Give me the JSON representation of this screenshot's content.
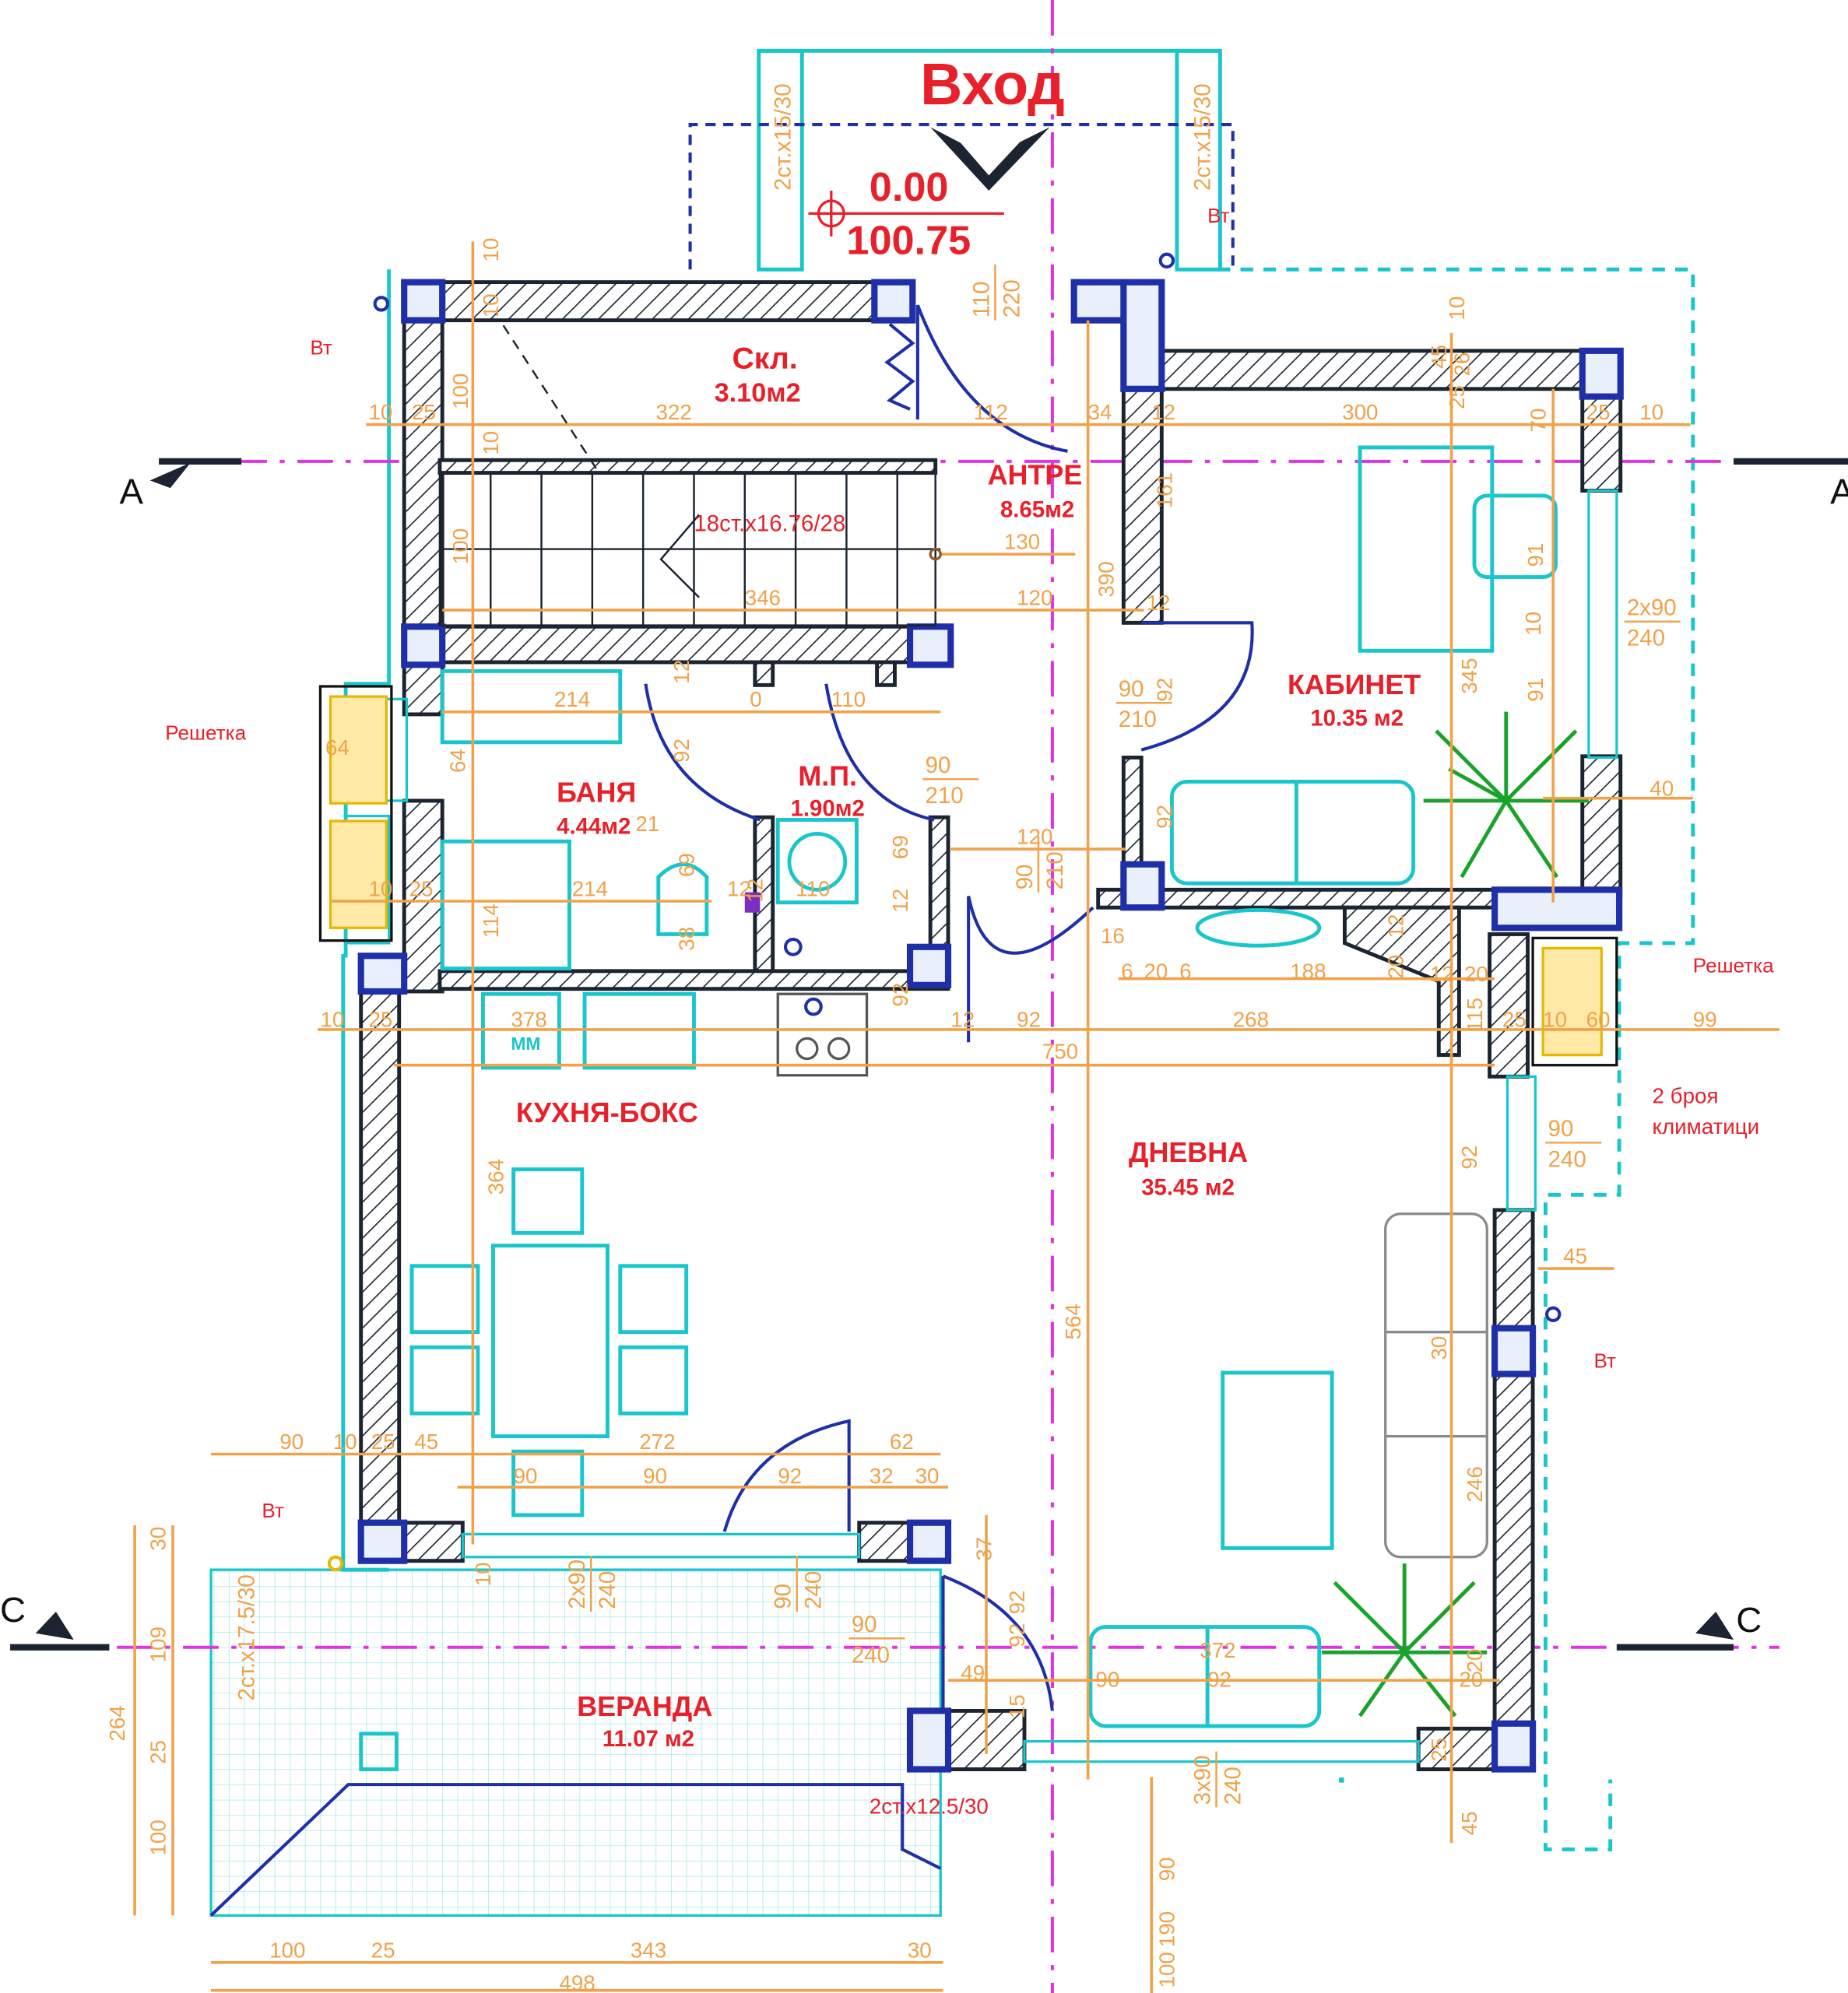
{
  "entrance": {
    "title": "Вход",
    "level_1": "0.00",
    "level_2": "100.75"
  },
  "rooms": {
    "storage": {
      "name": "Скл.",
      "area": "3.10м2"
    },
    "hall": {
      "name": "АНТРЕ",
      "area": "8.65м2"
    },
    "office": {
      "name": "КАБИНЕТ",
      "area": "10.35 м2"
    },
    "bath": {
      "name": "БАНЯ",
      "area": "4.44м2"
    },
    "wc": {
      "name": "М.П.",
      "area": "1.90м2"
    },
    "kitchen": {
      "name": "КУХНЯ-БОКС"
    },
    "living": {
      "name": "ДНЕВНА",
      "area": "35.45 м2"
    },
    "veranda": {
      "name": "ВЕРАНДА",
      "area": "11.07 м2"
    }
  },
  "notes": {
    "stairs_main": "18ст.х16.76/28",
    "stairs_left": "2ст.х15/30",
    "stairs_right": "2ст.х15/30",
    "stairs_veranda": "2ст.х17.5/30",
    "stairs_bottom": "2ст.х12.5/30",
    "grille_left": "Решетка",
    "grille_right": "Решетка",
    "ac_units_1": "2 броя",
    "ac_units_2": "климатици",
    "vt": "Вт",
    "mm": "ММ"
  },
  "sections": {
    "a_left": "A",
    "a_right": "A",
    "c_left": "C",
    "c_right": "C"
  },
  "openings": {
    "door_entry": [
      "110",
      "220"
    ],
    "door_office": [
      "90",
      "210"
    ],
    "door_wc": [
      "90",
      "210"
    ],
    "door_living": [
      "90",
      "210"
    ],
    "window_office": [
      "2x90",
      "240"
    ],
    "window_living": [
      "90",
      "240"
    ],
    "window_veranda_1": [
      "2x90",
      "240"
    ],
    "window_veranda_2": [
      "90",
      "240"
    ],
    "window_veranda_3": [
      "90",
      "240"
    ],
    "window_bottom": [
      "3x90",
      "240"
    ]
  },
  "dimensions": {
    "h": [
      {
        "t": "10"
      },
      {
        "t": "25"
      },
      {
        "t": "322"
      },
      {
        "t": "112"
      },
      {
        "t": "34"
      },
      {
        "t": "12"
      },
      {
        "t": "300"
      },
      {
        "t": "25"
      },
      {
        "t": "10"
      },
      {
        "t": "130"
      },
      {
        "t": "346"
      },
      {
        "t": "120"
      },
      {
        "t": "12"
      },
      {
        "t": "214"
      },
      {
        "t": "0"
      },
      {
        "t": "110"
      },
      {
        "t": "120"
      },
      {
        "t": "214"
      },
      {
        "t": "25"
      },
      {
        "t": "10"
      },
      {
        "t": "12"
      },
      {
        "t": "110"
      },
      {
        "t": "10"
      },
      {
        "t": "25"
      },
      {
        "t": "378"
      },
      {
        "t": "12"
      },
      {
        "t": "92"
      },
      {
        "t": "750"
      },
      {
        "t": "268"
      },
      {
        "t": "188"
      },
      {
        "t": "6"
      },
      {
        "t": "20"
      },
      {
        "t": "6"
      },
      {
        "t": "16"
      },
      {
        "t": "12"
      },
      {
        "t": "20"
      },
      {
        "t": "25"
      },
      {
        "t": "10"
      },
      {
        "t": "60"
      },
      {
        "t": "99"
      },
      {
        "t": "40"
      },
      {
        "t": "90"
      },
      {
        "t": "10"
      },
      {
        "t": "25"
      },
      {
        "t": "45"
      },
      {
        "t": "272"
      },
      {
        "t": "62"
      },
      {
        "t": "90"
      },
      {
        "t": "90"
      },
      {
        "t": "92"
      },
      {
        "t": "32"
      },
      {
        "t": "30"
      },
      {
        "t": "45"
      },
      {
        "t": "49"
      },
      {
        "t": "90"
      },
      {
        "t": "92"
      },
      {
        "t": "372"
      },
      {
        "t": "20"
      },
      {
        "t": "100"
      },
      {
        "t": "25"
      },
      {
        "t": "343"
      },
      {
        "t": "30"
      },
      {
        "t": "498"
      },
      {
        "t": "64"
      },
      {
        "t": "21"
      }
    ],
    "v": [
      {
        "t": "10"
      },
      {
        "t": "100"
      },
      {
        "t": "10"
      },
      {
        "t": "100"
      },
      {
        "t": "161"
      },
      {
        "t": "390"
      },
      {
        "t": "91"
      },
      {
        "t": "345"
      },
      {
        "t": "91"
      },
      {
        "t": "92"
      },
      {
        "t": "92"
      },
      {
        "t": "12"
      },
      {
        "t": "92"
      },
      {
        "t": "64"
      },
      {
        "t": "69"
      },
      {
        "t": "12"
      },
      {
        "t": "114"
      },
      {
        "t": "38"
      },
      {
        "t": "69"
      },
      {
        "t": "12"
      },
      {
        "t": "92"
      },
      {
        "t": "364"
      },
      {
        "t": "564"
      },
      {
        "t": "92"
      },
      {
        "t": "246"
      },
      {
        "t": "30"
      },
      {
        "t": "92"
      },
      {
        "t": "115"
      },
      {
        "t": "12"
      },
      {
        "t": "20"
      },
      {
        "t": "20"
      },
      {
        "t": "30"
      },
      {
        "t": "109"
      },
      {
        "t": "25"
      },
      {
        "t": "100"
      },
      {
        "t": "264"
      },
      {
        "t": "37"
      },
      {
        "t": "92"
      },
      {
        "t": "15"
      },
      {
        "t": "10"
      },
      {
        "t": "25"
      },
      {
        "t": "45"
      },
      {
        "t": "90"
      },
      {
        "t": "190"
      },
      {
        "t": "100"
      },
      {
        "t": "10"
      },
      {
        "t": "25"
      },
      {
        "t": "45"
      },
      {
        "t": "26"
      },
      {
        "t": "10"
      },
      {
        "t": "70"
      },
      {
        "t": "10"
      },
      {
        "t": "12"
      }
    ]
  }
}
